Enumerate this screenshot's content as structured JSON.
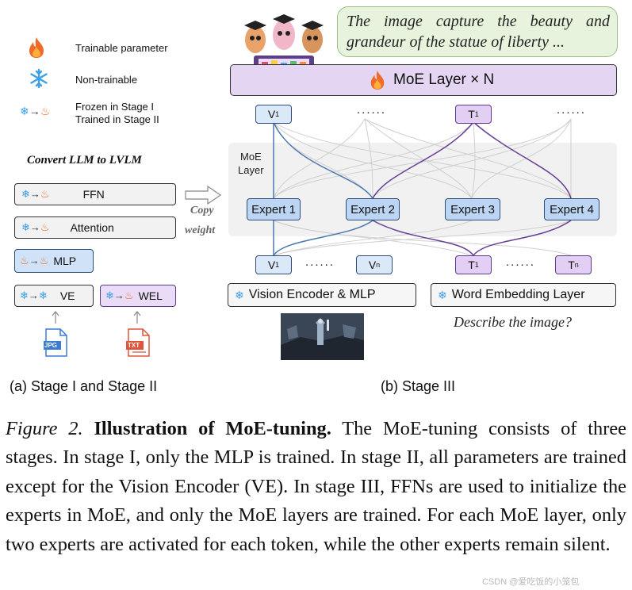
{
  "legend": {
    "trainable": "Trainable parameter",
    "non_trainable": "Non-trainable",
    "frozen_line1": "Frozen in Stage I",
    "frozen_line2": "Trained in Stage II"
  },
  "stage12": {
    "heading": "Convert LLM to LVLM",
    "blocks": {
      "ffn": "FFN",
      "attention": "Attention",
      "mlp": "MLP",
      "ve": "VE",
      "wel": "WEL"
    },
    "copy_weight_line1": "Copy",
    "copy_weight_line2": "weight",
    "jpg_label": "JPG",
    "txt_label": "TXT",
    "caption": "(a) Stage I and Stage II"
  },
  "stage3": {
    "speech": "The image capture the beauty and grandeur of the statue of liberty ...",
    "moe_layer_x_n": "MoE Layer × N",
    "moe_label_line1": "MoE",
    "moe_label_line2": "Layer",
    "top_tokens": {
      "v": "V",
      "v_sub": "1",
      "t": "T",
      "t_sub": "1",
      "dots": "......"
    },
    "experts": [
      "Expert 1",
      "Expert 2",
      "Expert 3",
      "Expert 4"
    ],
    "bottom_tokens": {
      "v1": "V",
      "v1_sub": "1",
      "vn": "V",
      "vn_sub": "n",
      "t1": "T",
      "t1_sub": "1",
      "tn": "T",
      "tn_sub": "n",
      "dots": "......"
    },
    "vision_encoder": "Vision Encoder & MLP",
    "word_embedding": "Word Embedding Layer",
    "prompt": "Describe the image?",
    "caption": "(b) Stage III"
  },
  "figure_caption": {
    "label": "Figure 2.",
    "title": "Illustration of MoE-tuning.",
    "body": "The MoE-tuning consists of three stages. In stage I, only the MLP is trained. In stage II, all parameters are trained except for the Vision Encoder (VE). In stage III, FFNs are used to initialize the experts in MoE, and only the MoE layers are trained. For each MoE layer, only two experts are activated for each token, while the other experts remain silent."
  },
  "watermark": "CSDN @爱吃饭的小笼包",
  "colors": {
    "vision_path": "#4a78b0",
    "text_path": "#6a3f96",
    "expert_fill": "#bcd5f2",
    "moe_bar_fill": "#e4d6f2"
  }
}
